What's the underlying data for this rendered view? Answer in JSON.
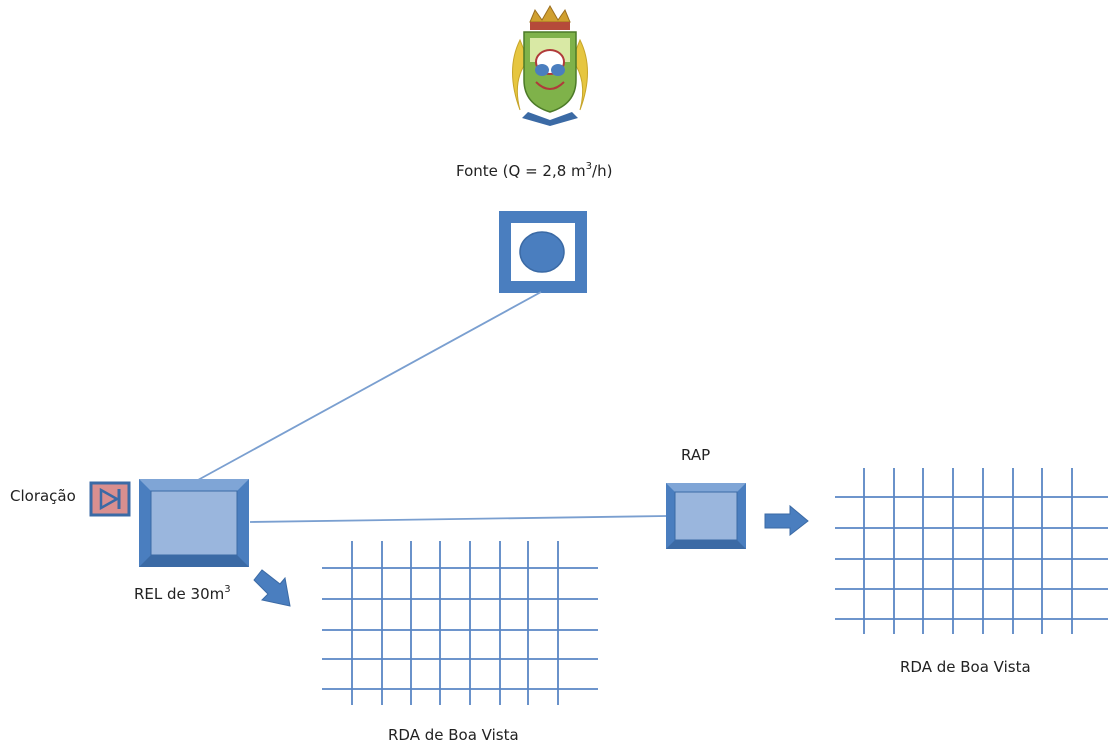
{
  "emblem": {
    "name": "municipal coat of arms"
  },
  "source": {
    "label_prefix": "Fonte (Q = 2,8 m",
    "label_sup": "3",
    "label_suffix": "/h)"
  },
  "chlorination": {
    "label": "Cloração"
  },
  "reservoir_main": {
    "label_prefix": "REL de 30m",
    "label_sup": "3"
  },
  "reservoir_rap": {
    "label": "RAP"
  },
  "network_left": {
    "label": "RDA de Boa Vista"
  },
  "network_right": {
    "label": "RDA de Boa Vista"
  },
  "colors": {
    "fill": "#4a7ebf",
    "stroke": "#3b6aa5",
    "tank_fill": "#9ab6dd",
    "grid": "#5a86c4",
    "pipe": "#7a9fd0",
    "chlorination_fill": "#d98f8f"
  }
}
